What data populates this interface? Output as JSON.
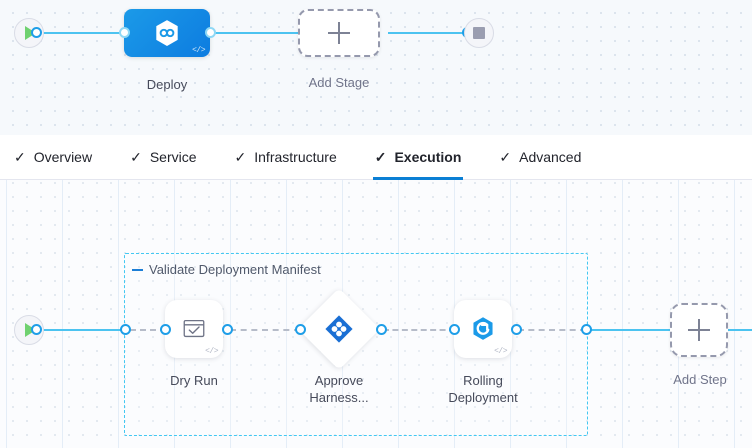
{
  "colors": {
    "accent_blue": "#0b7fd4",
    "link_blue": "#4cc3f0",
    "port_blue": "#1e9ee8",
    "group_border": "#43c8f2",
    "play_green": "#6fd16f",
    "stop_gray": "#9a9db0",
    "canvas_bg": "#f6f9fc",
    "dash_gray": "#b6bcc9"
  },
  "stage_canvas": {
    "start_node": {
      "icon": "play-icon"
    },
    "end_node": {
      "icon": "stop-icon"
    },
    "nodes": [
      {
        "id": "deploy",
        "label": "Deploy",
        "icon": "harness-hexagon-icon",
        "badge": "</>",
        "type": "stage"
      },
      {
        "id": "add-stage",
        "label": "Add Stage",
        "icon": "plus-icon",
        "type": "add"
      }
    ]
  },
  "tabs": {
    "check_glyph": "✓",
    "items": [
      {
        "label": "Overview",
        "checked": true,
        "active": false
      },
      {
        "label": "Service",
        "checked": true,
        "active": false
      },
      {
        "label": "Infrastructure",
        "checked": true,
        "active": false
      },
      {
        "label": "Execution",
        "checked": true,
        "active": true
      },
      {
        "label": "Advanced",
        "checked": true,
        "active": false
      }
    ]
  },
  "step_canvas": {
    "start_node": {
      "icon": "play-icon"
    },
    "step_group": {
      "title": "Validate Deployment Manifest",
      "collapse_icon": "collapse-dash-icon"
    },
    "steps": [
      {
        "id": "dry-run",
        "label": "Dry Run",
        "icon": "shell-script-check-icon",
        "badge": "</>",
        "shape": "rounded"
      },
      {
        "id": "approve-harness",
        "label": "Approve Harness...",
        "icon": "harness-approval-diamond-icon",
        "shape": "diamond"
      },
      {
        "id": "rolling-deployment",
        "label": "Rolling Deployment",
        "icon": "rolling-deployment-hexagon-icon",
        "badge": "</>",
        "shape": "rounded"
      }
    ],
    "add_step": {
      "label": "Add Step",
      "icon": "plus-icon"
    }
  }
}
